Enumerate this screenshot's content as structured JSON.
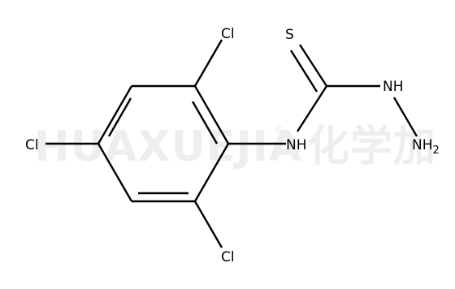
{
  "watermark": {
    "latin": "HUAXUEJIA",
    "registered": "®",
    "cjk": "化学加"
  },
  "atoms": {
    "cl_top": "Cl",
    "cl_left": "Cl",
    "cl_bottom": "Cl",
    "s": "S",
    "nh_amide": "NH",
    "nh_hydrazine": "NH",
    "nh2_main": "NH",
    "nh2_sub": "2"
  },
  "colors": {
    "bond": "#000000",
    "text": "#000000",
    "watermark": "#eeeeee",
    "background": "#ffffff"
  }
}
